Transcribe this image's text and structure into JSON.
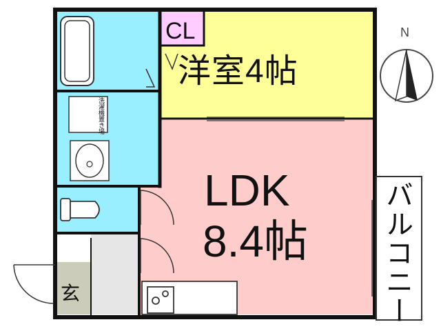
{
  "labels": {
    "closet": "CL",
    "western_room": "洋室4帖",
    "ldk_name": "LDK",
    "ldk_size": "8.4帖",
    "entrance": "玄",
    "washer_space": "洗濯機置き場",
    "balcony": "バルコニー",
    "north": "N"
  },
  "colors": {
    "western_room": "#ffff99",
    "ldk": "#ffcccc",
    "wet_areas": "#99eeff",
    "closet": "#ffccff",
    "entrance": "#ccccbb",
    "corridor": "#e6e6e6",
    "balcony": "#ffffff",
    "walls": "#111111"
  }
}
